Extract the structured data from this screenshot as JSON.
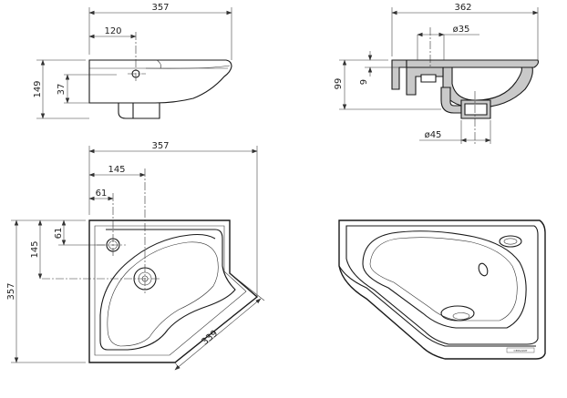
{
  "views": {
    "side_view": {
      "width": "357",
      "drain_offset": "120",
      "height": "149",
      "drain_height": "37"
    },
    "section_view": {
      "width": "362",
      "drain_diameter": "ø35",
      "height": "99",
      "rim_thickness": "9",
      "trap_diameter": "ø45"
    },
    "top_view": {
      "width": "357",
      "drain_x": "145",
      "tap_x": "61",
      "tap_y": "61",
      "drain_y": "145",
      "depth": "357",
      "diagonal": "339"
    }
  },
  "brand_mark": "CERSANIT"
}
